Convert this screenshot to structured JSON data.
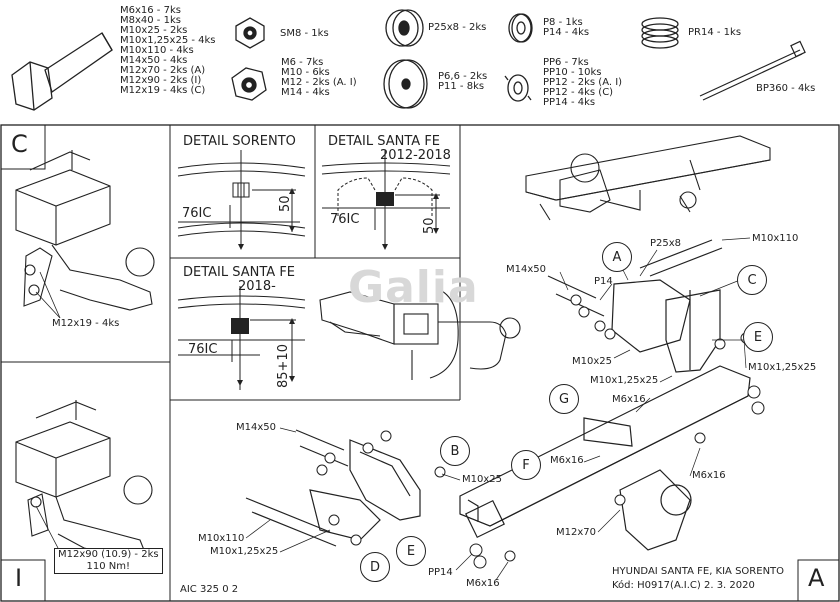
{
  "hardware": {
    "bolts": [
      "M6x16 - 7ks",
      "M8x40 - 1ks",
      "M10x25 - 2ks",
      "M10x1,25x25 - 4ks",
      "M10x110 - 4ks",
      "M14x50 - 4ks",
      "M12x70 - 2ks (A)",
      "M12x90 - 2ks (I)",
      "M12x19 - 4ks (C)"
    ],
    "sm8": "SM8 - 1ks",
    "nuts": [
      "M6 - 7ks",
      "M10 - 6ks",
      "M12 - 2ks (A. I)",
      "M14 - 4ks"
    ],
    "p25": "P25x8 - 2ks",
    "p66": [
      "P6,6 - 2ks",
      "P11 - 8ks"
    ],
    "p8": [
      "P8 - 1ks",
      "P14 - 4ks"
    ],
    "pp": [
      "PP6 - 7ks",
      "PP10 - 10ks",
      "PP12 - 2ks (A. I)",
      "PP12 - 4ks (C)",
      "PP14 - 4ks"
    ],
    "pr14": "PR14 - 1ks",
    "bp360": "BP360 - 4ks"
  },
  "details": {
    "sorento": {
      "title": "DETAIL SORENTO",
      "dim_left": "76IC",
      "dim_right": "50"
    },
    "santafe_2012": {
      "title": "DETAIL SANTA FE",
      "years": "2012-2018",
      "dim_left": "76IC",
      "dim_right": "50"
    },
    "santafe_2018": {
      "title": "DETAIL SANTA FE",
      "years": "2018-",
      "dim_left": "76IC",
      "dim_right": "85+10"
    }
  },
  "panels": {
    "c": {
      "letter": "C",
      "bolt_label": "M12x19 - 4ks"
    },
    "i": {
      "letter": "I",
      "bolt_label": "M12x90 (10.9) - 2ks",
      "torque": "110 Nm!"
    },
    "a": {
      "letter": "A"
    }
  },
  "main_labels": {
    "p25x8": "P25x8",
    "m10x110_top": "M10x110",
    "m14x50_top": "M14x50",
    "p14": "P14",
    "m10x25_mid": "M10x25",
    "m10x125x25_mid": "M10x1,25x25",
    "m10x125x25_right": "M10x1,25x25",
    "m6x16_g": "M6x16",
    "m14x50_left": "M14x50",
    "m10x25_low": "M10x25",
    "m6x16_f": "M6x16",
    "m6x16_right": "M6x16",
    "m12x70": "M12x70",
    "m10x110_low": "M10x110",
    "m10x125x25_low": "M10x1,25x25",
    "pp14": "PP14",
    "m6x16_bottom": "M6x16"
  },
  "callouts": [
    "A",
    "C",
    "E",
    "G",
    "F",
    "B",
    "D",
    "E"
  ],
  "watermark": "Galia",
  "footer": {
    "code": "AIC 325 0 2",
    "model": "HYUNDAI SANTA FE, KIA SORENTO",
    "kod": "Kód: H0917(A.I.C)  2. 3. 2020"
  }
}
